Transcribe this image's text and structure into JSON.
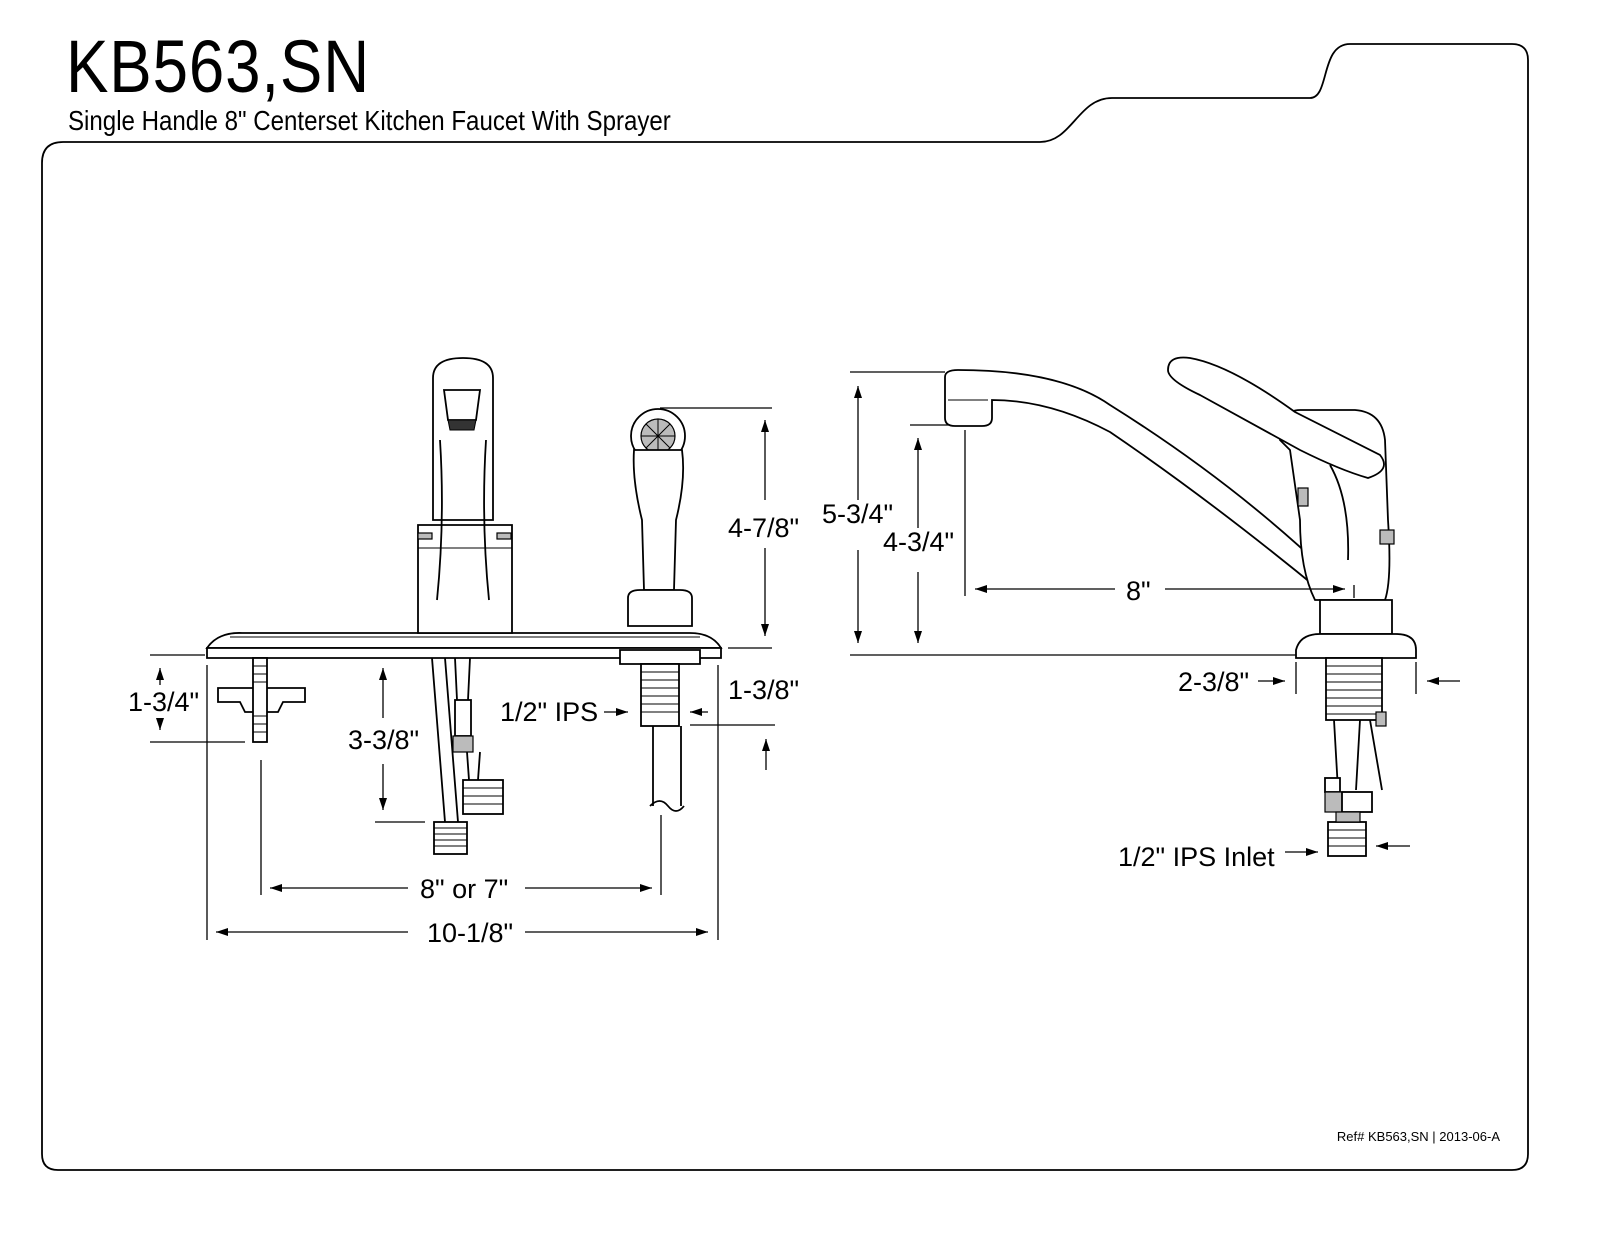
{
  "header": {
    "model": "KB563,SN",
    "description": "Single Handle 8\" Centerset Kitchen Faucet With Sprayer"
  },
  "dimensions": {
    "sprayer_height": "4-7/8\"",
    "deck_below_left": "1-3/4\"",
    "supply_length": "3-3/8\"",
    "ips_connection": "1/2\" IPS",
    "sprayer_shank": "1-3/8\"",
    "centers": "8\" or 7\"",
    "plate_width": "10-1/8\"",
    "overall_height": "5-3/4\"",
    "spout_height": "4-3/4\"",
    "spout_reach": "8\"",
    "base_diameter": "2-3/8\"",
    "inlet": "1/2\" IPS Inlet"
  },
  "footer": {
    "reference": "Ref# KB563,SN | 2013-06-A"
  }
}
